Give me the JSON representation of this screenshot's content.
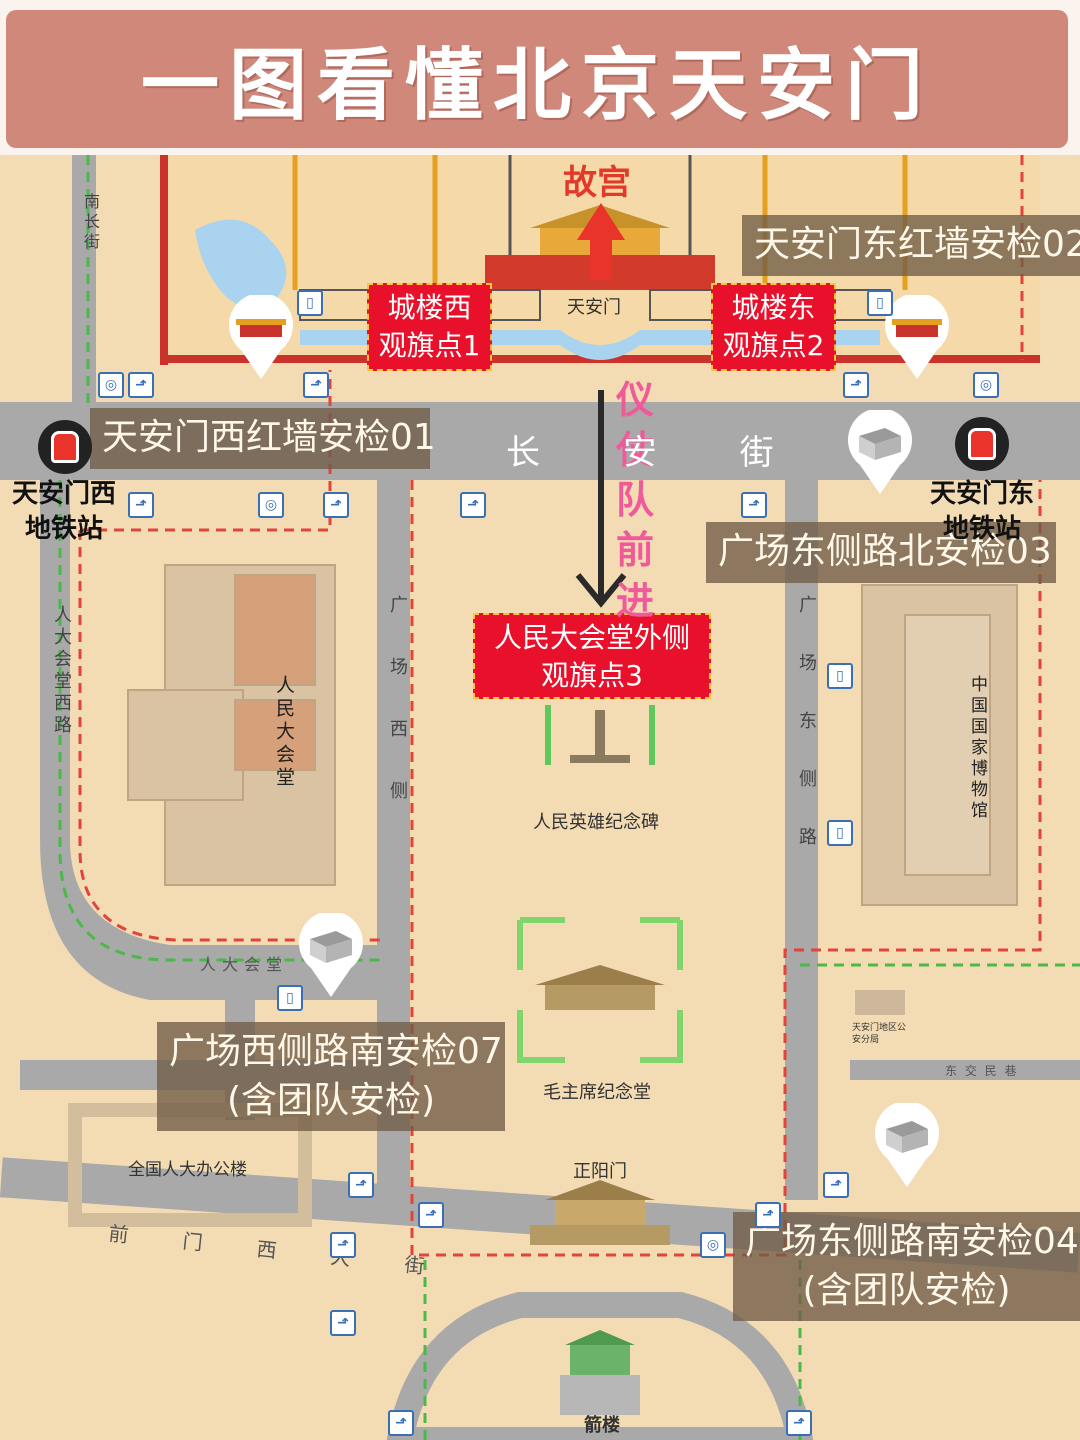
{
  "title": "一图看懂北京天安门",
  "landmarks": {
    "forbidden_city": "故宫",
    "tiananmen": "天安门",
    "great_hall": "人民大会堂",
    "monument": "人民英雄纪念碑",
    "mausoleum": "毛主席纪念堂",
    "zhengyangmen": "正阳门",
    "jianlou": "箭楼",
    "museum": "中国国家博物馆",
    "npc_office": "全国人大办公楼",
    "police": "天安门地区公安分局"
  },
  "viewpoints": [
    {
      "line1": "城楼西",
      "line2": "观旗点1"
    },
    {
      "line1": "城楼东",
      "line2": "观旗点2"
    },
    {
      "line1": "人民大会堂外侧",
      "line2": "观旗点3"
    }
  ],
  "checkpoints": {
    "cp01": "天安门西红墙安检01",
    "cp02": "天安门东红墙安检02",
    "cp03": "广场东侧路北安检03",
    "cp04_line1": "广场东侧路南安检04",
    "cp04_line2": "(含团队安检)",
    "cp07_line1": "广场西侧路南安检07",
    "cp07_line2": "(含团队安检)"
  },
  "subway": {
    "west": {
      "line1": "天安门西",
      "line2": "地铁站"
    },
    "east": {
      "line1": "天安门东",
      "line2": "地铁站"
    }
  },
  "roads": {
    "changan": "长 安 街",
    "nanchang": "南长街",
    "dahuitang_west": "人大会堂西路",
    "square_west": "广场西侧",
    "square_east": "广场东侧路",
    "dahuitang": "人大会堂",
    "qianmen_west": "前 门 西 大 街",
    "dongjiaomin": "东 交 民 巷"
  },
  "march_text": "仪仗队前进",
  "icons": [
    "subway-icon",
    "escalator-icon",
    "wc-icon",
    "bus-icon",
    "building-pin-icon",
    "gate-pin-icon",
    "arrow-down-icon",
    "arrow-up-icon"
  ],
  "colors": {
    "banner": "#d0887a",
    "viewpoint_red": "#e8102a",
    "march_pink": "#f05a9a",
    "checkpoint_box": "#705c46",
    "road": "#a9a9a9",
    "ground": "#f3dcb4"
  }
}
